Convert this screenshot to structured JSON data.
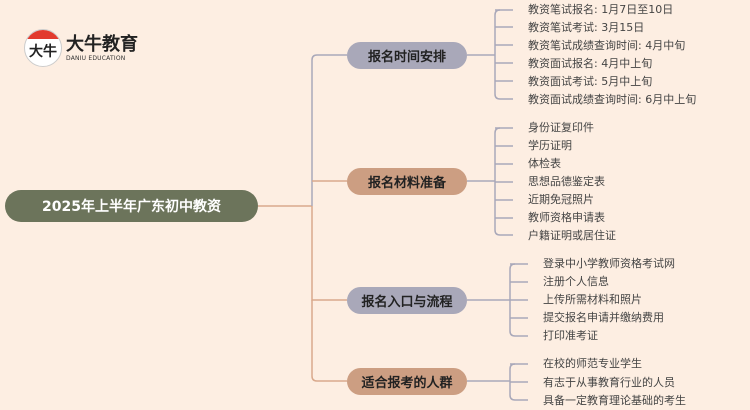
{
  "logo": {
    "badge": "大牛",
    "name": "大牛教育",
    "subtitle": "DANIU EDUCATION"
  },
  "root": {
    "label": "2025年上半年广东初中教资"
  },
  "branches": [
    {
      "label": "报名时间安排",
      "color": "#a9a8b9",
      "items": [
        "教资笔试报名: 1月7日至10日",
        "教资笔试考试: 3月15日",
        "教资笔试成绩查询时间: 4月中旬",
        "教资面试报名: 4月中上旬",
        "教资面试考试: 5月中上旬",
        "教资面试成绩查询时间: 6月中上旬"
      ]
    },
    {
      "label": "报名材料准备",
      "color": "#cc9e82",
      "items": [
        "身份证复印件",
        "学历证明",
        "体检表",
        "思想品德鉴定表",
        "近期免冠照片",
        "教师资格申请表",
        "户籍证明或居住证"
      ]
    },
    {
      "label": "报名入口与流程",
      "color": "#a9a8b9",
      "items": [
        "登录中小学教师资格考试网",
        "注册个人信息",
        "上传所需材料和照片",
        "提交报名申请并缴纳费用",
        "打印准考证"
      ]
    },
    {
      "label": "适合报考的人群",
      "color": "#cc9e82",
      "items": [
        "在校的师范专业学生",
        "有志于从事教育行业的人员",
        "具备一定教育理论基础的考生"
      ]
    }
  ]
}
